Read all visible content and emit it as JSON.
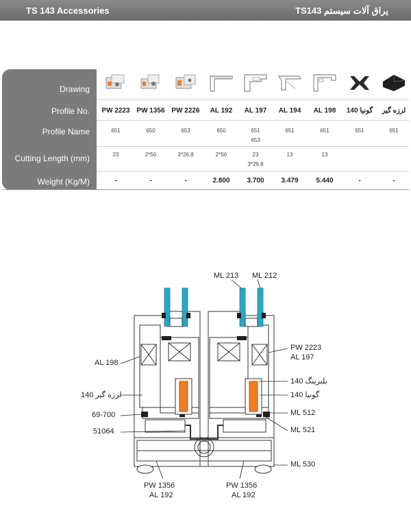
{
  "header": {
    "title_left": "TS 143 Accessories",
    "title_right": "یراق آلات سیستم TS143"
  },
  "table": {
    "row_labels": [
      "Drawing",
      "Profile No.",
      "Profile Name",
      "Cutting Length (mm)",
      "Weight (Kg/M)"
    ],
    "columns": [
      {
        "thumb": "corner-bracket-icon",
        "profile_no": "PW 2223",
        "name": "651",
        "name2": "",
        "cut": "23",
        "cut2": "",
        "weight": "-"
      },
      {
        "thumb": "corner-bracket-icon",
        "profile_no": "PW 1356",
        "name": "650",
        "name2": "",
        "cut": "2*56",
        "cut2": "",
        "weight": "-"
      },
      {
        "thumb": "corner-bracket-icon",
        "profile_no": "PW 2226",
        "name": "653",
        "name2": "",
        "cut": "3*26.8",
        "cut2": "",
        "weight": "-"
      },
      {
        "thumb": "profile-section-icon",
        "profile_no": "AL 192",
        "name": "650",
        "name2": "",
        "cut": "2*56",
        "cut2": "",
        "weight": "2.800"
      },
      {
        "thumb": "profile-section-icon",
        "profile_no": "AL 197",
        "name": "651",
        "name2": "653",
        "cut": "23",
        "cut2": "3*26.8",
        "weight": "3.700"
      },
      {
        "thumb": "profile-section-icon",
        "profile_no": "AL 194",
        "name": "651",
        "name2": "",
        "cut": "13",
        "cut2": "",
        "weight": "3.479"
      },
      {
        "thumb": "profile-section-icon",
        "profile_no": "AL 198",
        "name": "651",
        "name2": "",
        "cut": "13",
        "cut2": "",
        "weight": "5.440"
      },
      {
        "thumb": "bumper-icon",
        "profile_no": "گونیا 140",
        "name": "651",
        "name2": "",
        "cut": "",
        "cut2": "",
        "weight": "-"
      },
      {
        "thumb": "gasket-block-icon",
        "profile_no": "لرزه گیر",
        "name": "651",
        "name2": "",
        "cut": "",
        "cut2": "",
        "weight": "-"
      }
    ]
  },
  "diagram": {
    "callouts": {
      "ml213": "ML 213",
      "ml212": "ML 212",
      "pw2223": "PW 2223",
      "al197": "AL 197",
      "al198": "AL 198",
      "bolbring": "بلبرینگ 140",
      "lerze": "لرزه گیر 140",
      "gonia": "گونیا 140",
      "c69700": "69-700",
      "ml512": "ML 512",
      "c51064": "51064",
      "ml521": "ML 521",
      "ml530": "ML 530",
      "pw1356a": "PW 1356",
      "al192a": "AL 192",
      "pw1356b": "PW 1356",
      "al192b": "AL 192"
    }
  },
  "colors": {
    "header_bg": "#7a7a7a",
    "table_side": "#7b7b7b",
    "glass": "#29a6c6",
    "roller": "#f07f22"
  }
}
